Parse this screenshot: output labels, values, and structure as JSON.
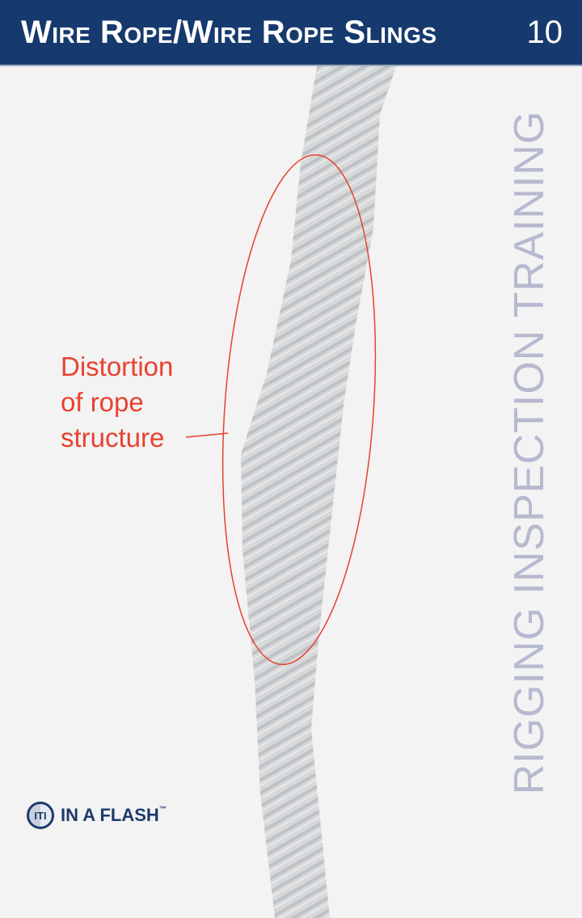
{
  "header": {
    "title": "Wire Rope/Wire Rope Slings",
    "page_number": "10"
  },
  "callout": {
    "line1": "Distortion",
    "line2": "of rope",
    "line3": "structure"
  },
  "side_text": "RIGGING INSPECTION TRAINING",
  "logo": {
    "badge": "ITI",
    "text": "IN A FLASH",
    "tm": "™"
  },
  "colors": {
    "header": "#163a6e",
    "callout": "#e8412f",
    "side_text": "#b6b9cf"
  }
}
